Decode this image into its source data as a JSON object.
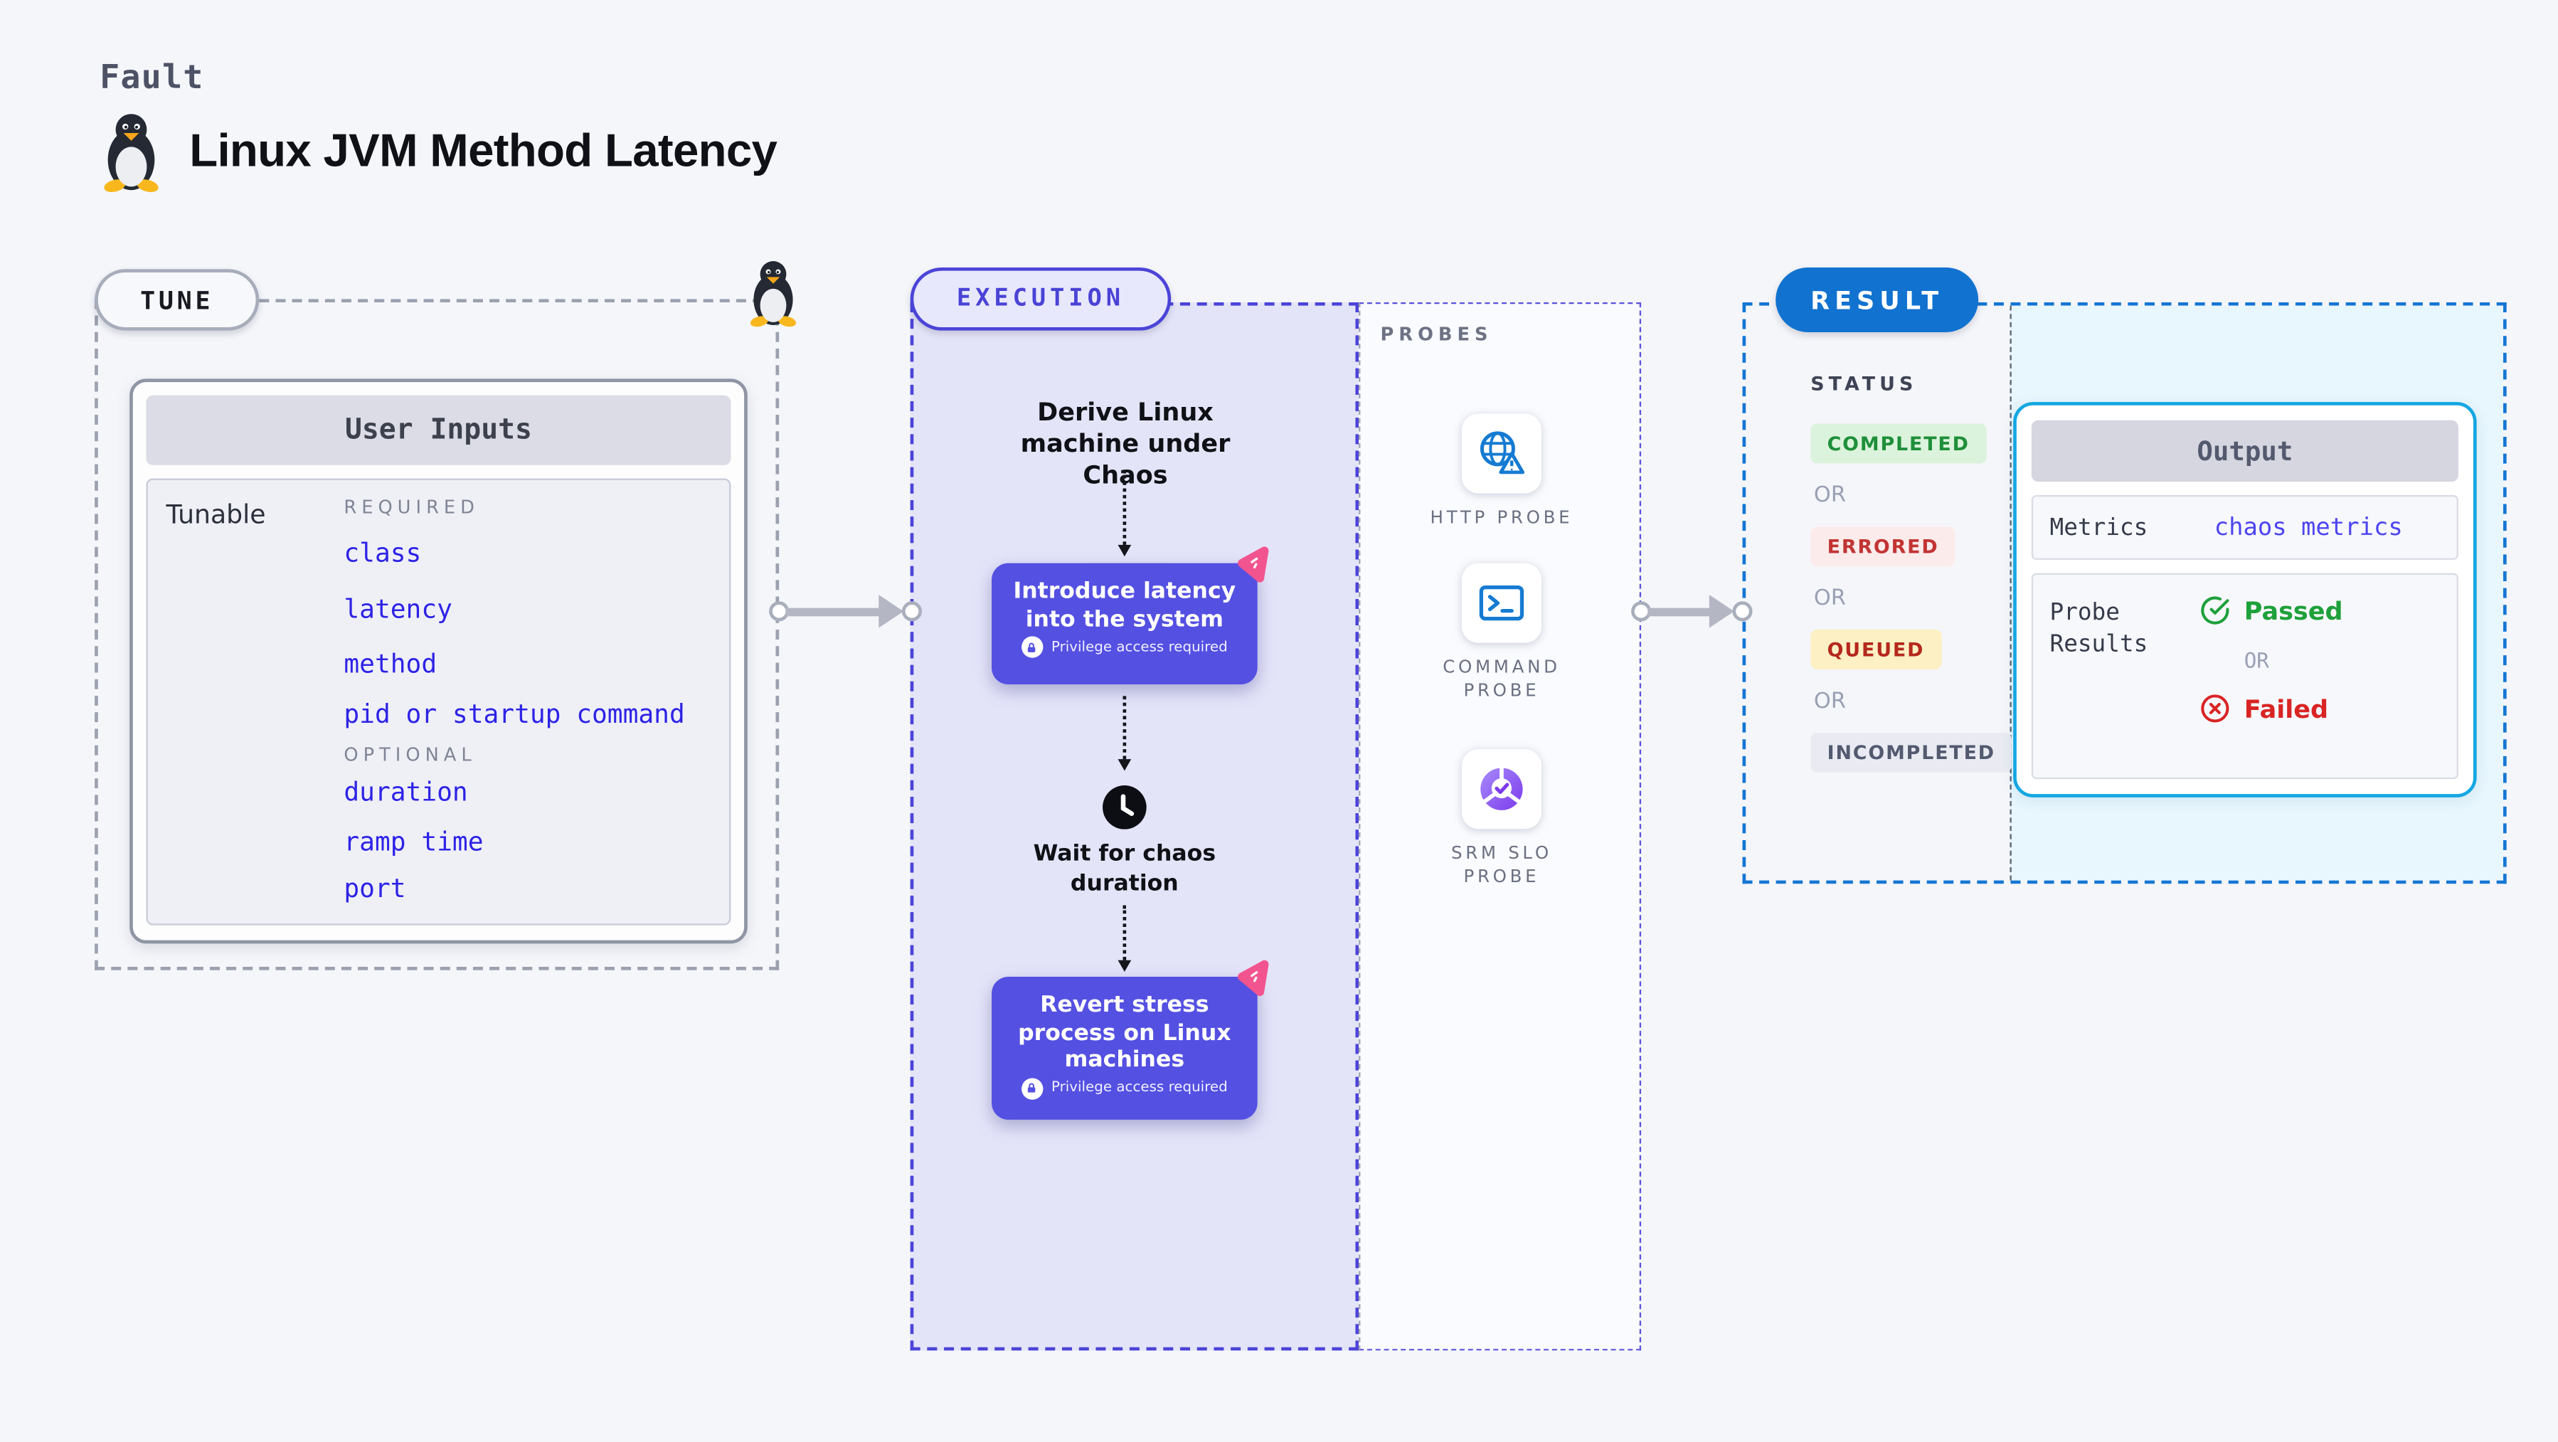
{
  "page": {
    "kicker": "Fault",
    "title": "Linux JVM Method Latency"
  },
  "tune": {
    "pill": "TUNE",
    "card_title": "User Inputs",
    "row_label": "Tunable",
    "required_label": "REQUIRED",
    "required_items": [
      "class",
      "latency",
      "method",
      "pid or startup command"
    ],
    "optional_label": "OPTIONAL",
    "optional_items": [
      "duration",
      "ramp time",
      "port"
    ]
  },
  "execution": {
    "pill": "EXECUTION",
    "derive_text": "Derive Linux machine under Chaos",
    "introduce_title": "Introduce latency into the system",
    "wait_text": "Wait for chaos duration",
    "revert_title": "Revert stress process on Linux machines",
    "privilege_note": "Privilege access required"
  },
  "probes": {
    "label": "PROBES",
    "items": [
      {
        "name": "HTTP PROBE",
        "icon": "globe-warning-icon"
      },
      {
        "name": "COMMAND PROBE",
        "icon": "terminal-icon"
      },
      {
        "name": "SRM SLO PROBE",
        "icon": "slo-donut-icon"
      }
    ]
  },
  "result": {
    "pill": "RESULT",
    "status_label": "STATUS",
    "or_label": "OR",
    "statuses": [
      {
        "label": "COMPLETED",
        "bg": "#dbf3dc",
        "color": "#1e8f39",
        "style": "background:#dbf3dc;color:#1e8f39"
      },
      {
        "label": "ERRORED",
        "bg": "#fcebeb",
        "color": "#c23333",
        "style": "background:#fcebeb;color:#c23333"
      },
      {
        "label": "QUEUED",
        "bg": "#fcf0c4",
        "color": "#b5271c",
        "style": "background:#fcf0c4;color:#b5271c"
      },
      {
        "label": "INCOMPLETED",
        "bg": "#eaebf2",
        "color": "#535a70",
        "style": "background:#eaebf2;color:#535a70"
      }
    ],
    "output": {
      "title": "Output",
      "metrics_label": "Metrics",
      "metrics_value": "chaos metrics",
      "probe_results_label": "Probe Results",
      "passed_label": "Passed",
      "or_label": "OR",
      "failed_label": "Failed"
    }
  },
  "colors": {
    "page_bg": "#f5f6fa",
    "execution_bg": "#e4e4f9",
    "indigo_accent": "#4b44d8",
    "action_box": "#5450e2",
    "pink_chaos": "#f2548f",
    "result_blue": "#1576d4",
    "output_border_cyan": "#14a7e2",
    "result_panel_bg": "#e8f6fd",
    "probe_icon_blue": "#157bd2",
    "passed_green": "#1ea03a",
    "failed_red": "#d92424"
  }
}
